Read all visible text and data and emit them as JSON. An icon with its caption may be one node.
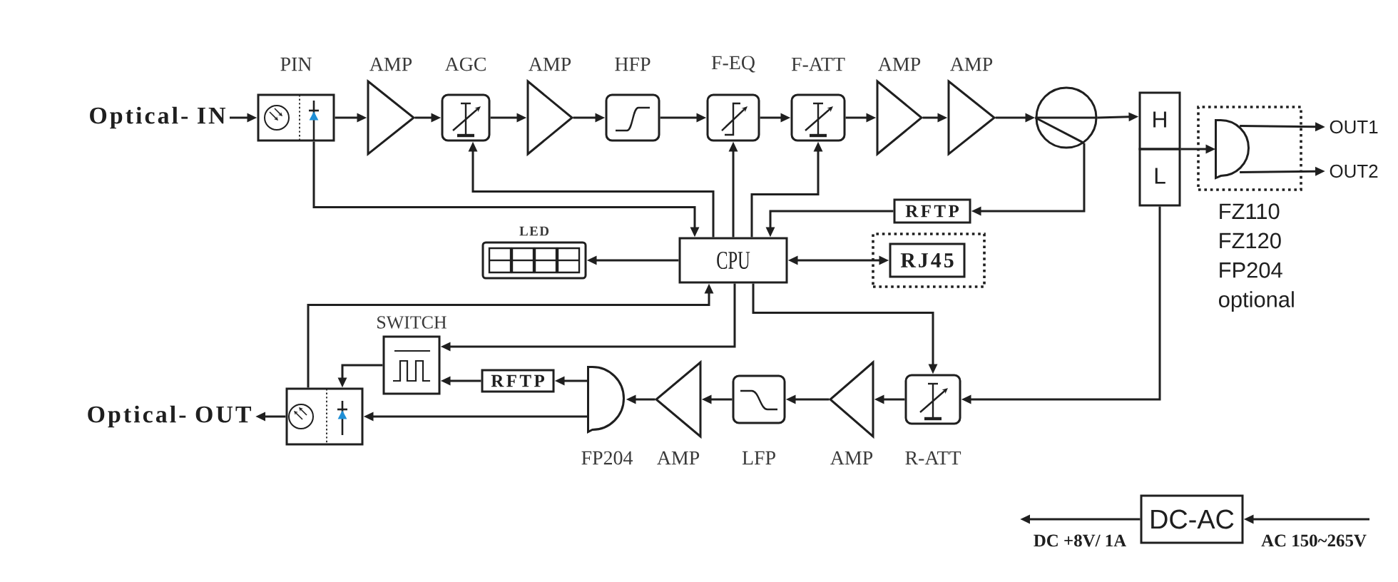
{
  "diagram": {
    "nodes": [
      {
        "text": [
          "Optical- IN"
        ]
      },
      {
        "text": [
          "PIN"
        ]
      },
      {
        "text": [
          "AMP"
        ]
      },
      {
        "text": [
          "AGC"
        ]
      },
      {
        "text": [
          "AMP"
        ]
      },
      {
        "text": [
          "HFP"
        ]
      },
      {
        "text": [
          "F-EQ"
        ]
      },
      {
        "text": [
          "F-ATT"
        ]
      },
      {
        "text": [
          "AMP"
        ]
      },
      {
        "text": [
          "AMP"
        ]
      },
      {
        "text": [],
        "shape": "circle"
      },
      {
        "text": [
          "H",
          "L"
        ]
      },
      {
        "text": [
          "FZ110 FZ120 FP204 optional"
        ]
      },
      {
        "text": [],
        "shape": "semicircle",
        "in": 12
      },
      {
        "text": [
          "OUT1"
        ]
      },
      {
        "text": [
          "OUT2"
        ]
      },
      {
        "text": [
          "RFTP"
        ]
      },
      {
        "text": [
          "LED"
        ]
      },
      {
        "text": [
          "CPU"
        ]
      },
      {
        "text": [],
        "shape": "box"
      },
      {
        "text": [
          "RJ45"
        ],
        "in": 19
      },
      {
        "text": [
          "SWITCH"
        ]
      },
      {
        "text": [
          "Optical- OUT"
        ]
      },
      {
        "text": [],
        "shape": "box"
      },
      {
        "text": [
          "RFTP"
        ]
      },
      {
        "text": [
          "FP204"
        ]
      },
      {
        "text": [
          "AMP"
        ]
      },
      {
        "text": [
          "LFP"
        ]
      },
      {
        "text": [
          "AMP"
        ]
      },
      {
        "text": [
          "R-ATT"
        ]
      },
      {
        "text": [
          "DC-AC"
        ]
      }
    ],
    "edges": [
      {
        "from": 0,
        "to": 1,
        "arrow": "to"
      },
      {
        "from": 1,
        "to": 2,
        "arrow": "to"
      },
      {
        "from": 2,
        "to": 3,
        "arrow": "to"
      },
      {
        "from": 3,
        "to": 4,
        "arrow": "to"
      },
      {
        "from": 4,
        "to": 5,
        "arrow": "to"
      },
      {
        "from": 5,
        "to": 6,
        "arrow": "to"
      },
      {
        "from": 6,
        "to": 7,
        "arrow": "to"
      },
      {
        "from": 7,
        "to": 8,
        "arrow": "to"
      },
      {
        "from": 8,
        "to": 9,
        "arrow": "to"
      },
      {
        "from": 9,
        "to": 10,
        "arrow": "to"
      },
      {
        "from": 10,
        "to": 11,
        "arrow": "to"
      },
      {
        "from": 11,
        "to": 13,
        "arrow": "to"
      },
      {
        "from": 13,
        "to": 14,
        "arrow": "to"
      },
      {
        "from": 13,
        "to": 15,
        "arrow": "to"
      },
      {
        "from": 10,
        "to": 16,
        "arrow": "to"
      },
      {
        "from": 1,
        "to": 18,
        "arrow": "to"
      },
      {
        "from": 18,
        "to": 3,
        "arrow": "to"
      },
      {
        "from": 18,
        "to": 6,
        "arrow": "to"
      },
      {
        "from": 18,
        "to": 7,
        "arrow": "to"
      },
      {
        "from": 16,
        "to": 18,
        "arrow": "to"
      },
      {
        "from": 18,
        "to": 17,
        "arrow": "to"
      },
      {
        "from": 18,
        "to": 20,
        "arrow": "both"
      },
      {
        "from": 23,
        "to": 18,
        "arrow": "to"
      },
      {
        "from": 18,
        "to": 21,
        "arrow": "to"
      },
      {
        "from": 18,
        "to": 29,
        "arrow": "to"
      },
      {
        "from": 11,
        "to": 29,
        "arrow": "to"
      },
      {
        "from": 29,
        "to": 28,
        "arrow": "to"
      },
      {
        "from": 28,
        "to": 27,
        "arrow": "to"
      },
      {
        "from": 27,
        "to": 26,
        "arrow": "to"
      },
      {
        "from": 26,
        "to": 25,
        "arrow": "to"
      },
      {
        "from": 25,
        "to": 24,
        "arrow": "to"
      },
      {
        "from": 24,
        "to": 21,
        "arrow": "to"
      },
      {
        "from": 25,
        "to": 23,
        "arrow": "to"
      },
      {
        "from": 21,
        "to": 23,
        "arrow": "to"
      },
      {
        "from": 23,
        "to": 22,
        "arrow": "to"
      },
      {
        "from": null,
        "to": 30,
        "arrow": "to",
        "label": "AC 150~265V"
      },
      {
        "from": 30,
        "to": null,
        "arrow": "to",
        "label": "DC +8V/ 1A"
      }
    ]
  }
}
